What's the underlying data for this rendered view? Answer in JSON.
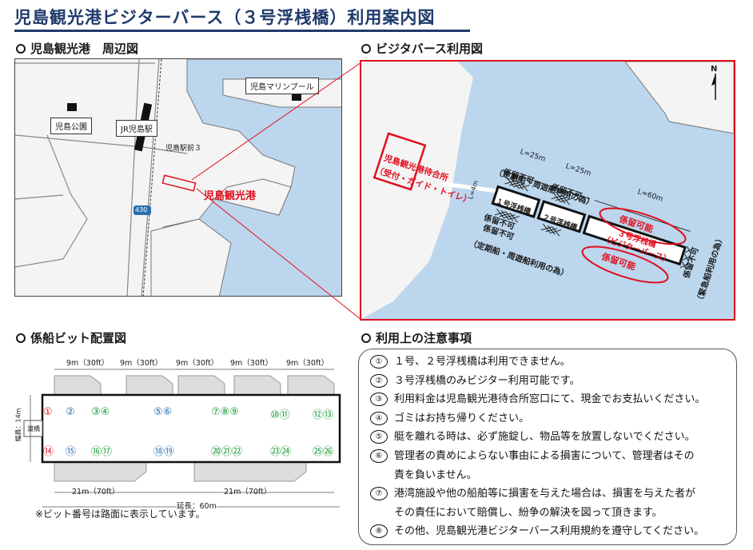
{
  "title": "児島観光港ビジターバース（３号浮桟橋）利用案内図",
  "sections": {
    "area_map": "児島観光港　周辺図",
    "berth_map": "ビジタバース利用図",
    "bitt_map": "係船ビット配置図",
    "notes": "利用上の注意事項"
  },
  "area_map": {
    "kojima_marine_pool": "児島マリンプール",
    "kojima_park": "児島公園",
    "jr_kojima_station": "JR児島駅",
    "station_front": "児島駅前３",
    "kojima_port": "児島観光港",
    "route": "430"
  },
  "berth_map": {
    "north": "N",
    "terminal": "児島観光港待合所",
    "terminal_sub": "（受付・ガイド・トイレ）",
    "len_a": "L=25m",
    "len_b": "L=25m",
    "len_c": "L=60m",
    "width": "L=4m",
    "pier1": "１号浮桟橋",
    "pier2": "２号浮桟橋",
    "pier3": "３号浮桟橋",
    "pier3_sub": "（ビジターバース）",
    "no_mooring_top_reason": "（定期船・周遊船利用の為）",
    "no_mooring_top_1": "係留不可",
    "no_mooring_top_2": "係留不可",
    "no_mooring_bot_1": "係留不可",
    "no_mooring_bot_2": "係留不可",
    "no_mooring_bot_reason": "（定期船・周遊船利用の為）",
    "mooring_ok_top": "係留可能",
    "mooring_ok_bot": "係留可能",
    "no_mooring_end": "係留不可",
    "no_mooring_end_reason": "（緊急船利用の為）"
  },
  "bitt_map": {
    "spacing_labels": [
      "9m（30ft）",
      "9m（30ft）",
      "9m（30ft）",
      "9m（30ft）",
      "9m（30ft）"
    ],
    "width_label": "幅員：14m",
    "gangway": "渡橋",
    "top_row": [
      "①",
      "②",
      "③④",
      "⑤⑥",
      "⑦⑧⑨",
      "⑩⑪",
      "⑫⑬"
    ],
    "bottom_row": [
      "⑭",
      "⑮",
      "⑯⑰",
      "⑱⑲",
      "⑳㉑㉒",
      "㉓㉔",
      "㉕㉖"
    ],
    "boat_len_left": "21m（70ft）",
    "boat_len_right": "21m（70ft）",
    "total_length": "延長：60m",
    "footnote": "※ビット番号は路面に表示しています。"
  },
  "notes": [
    {
      "num": "①",
      "lines": [
        "１号、２号浮桟橋は利用できません。"
      ]
    },
    {
      "num": "②",
      "lines": [
        "３号浮桟橋のみビジター利用可能です。"
      ]
    },
    {
      "num": "③",
      "lines": [
        "利用料金は児島観光港待合所窓口にて、現金でお支払いください。"
      ]
    },
    {
      "num": "④",
      "lines": [
        "ゴミはお持ち帰りください。"
      ]
    },
    {
      "num": "⑤",
      "lines": [
        "艇を離れる時は、必ず施錠し、物品等を放置しないでください。"
      ]
    },
    {
      "num": "⑥",
      "lines": [
        "管理者の責めによらない事由による損害について、管理者はその",
        "責を負いません。"
      ]
    },
    {
      "num": "⑦",
      "lines": [
        "港湾施設や他の船舶等に損害を与えた場合は、損害を与えた者が",
        "その責任において賠償し、紛争の解決を図って頂きます。"
      ]
    },
    {
      "num": "⑧",
      "lines": [
        "その他、児島観光港ビジターバース利用規約を遵守してください。"
      ]
    }
  ],
  "colors": {
    "sea": "#bcd6ee",
    "accent_red": "#e0101e",
    "title_blue": "#1f3a6b"
  }
}
